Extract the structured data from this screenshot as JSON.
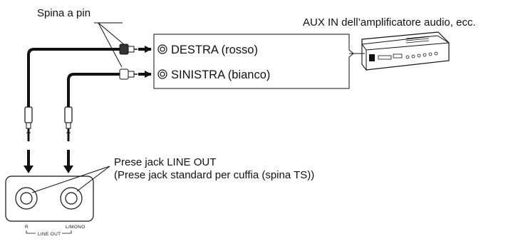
{
  "labels": {
    "pin_plug": "Spina a pin",
    "aux_in": "AUX IN dell’amplificatore audio, ecc.",
    "right_red": "DESTRA (rosso)",
    "left_white": "SINISTRA (bianco)",
    "line_out_jacks": "Prese jack LINE OUT",
    "line_out_jacks_note": "(Prese jack standard per cuffia (spina TS))",
    "jack_r": "R",
    "jack_l_mono": "L/MONO",
    "line_out": "LINE OUT"
  },
  "icons": {
    "amplifier": "audio-amplifier-icon",
    "rca_plug": "rca-pin-plug-icon",
    "phone_plug": "phone-plug-icon",
    "jack": "jack-socket-icon"
  },
  "colors": {
    "stroke": "#111111",
    "fill_dark": "#333333",
    "background": "#ffffff"
  }
}
